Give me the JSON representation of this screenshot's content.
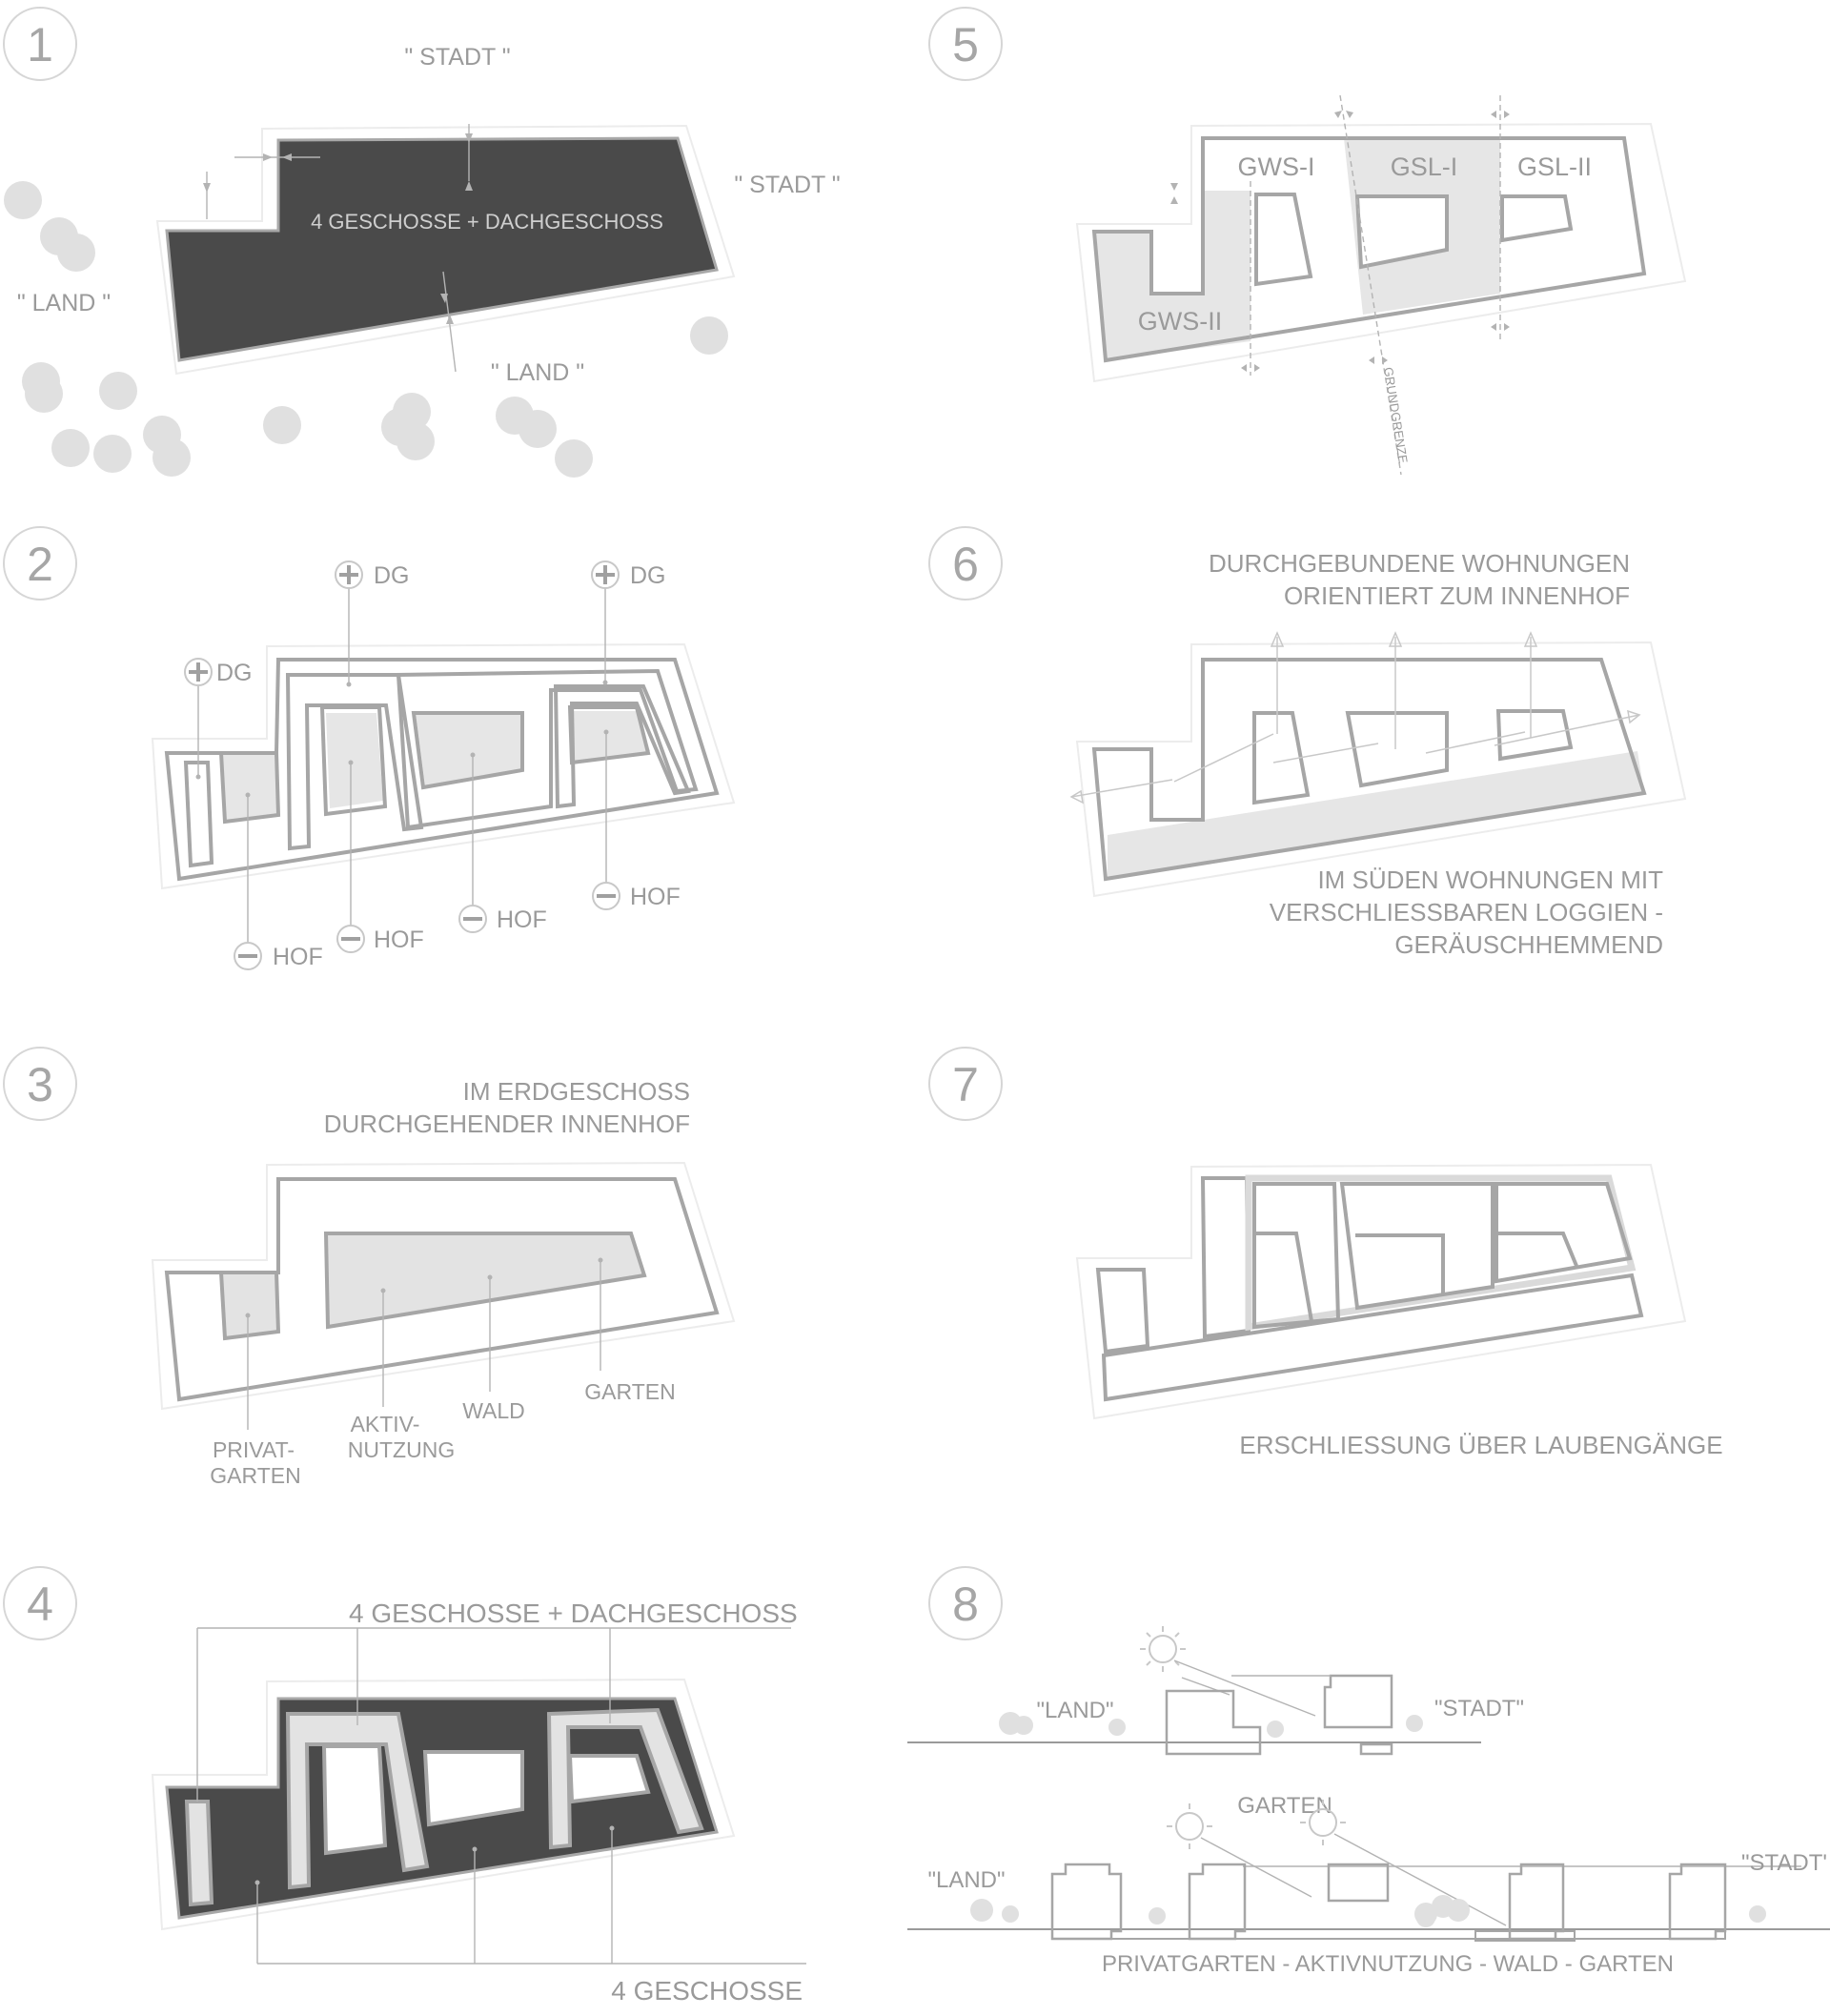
{
  "panels": {
    "p1": {
      "number": "1",
      "label_center": "4 GESCHOSSE + DACHGESCHOSS",
      "stadt_top": "\" STADT \"",
      "stadt_right": "\" STADT \"",
      "land_left": "\" LAND \"",
      "land_bottom": "\" LAND \""
    },
    "p2": {
      "number": "2",
      "dg_label": "DG",
      "hof_label": "HOF"
    },
    "p3": {
      "number": "3",
      "heading_1": "IM ERDGESCHOSS",
      "heading_2": "DURCHGEHENDER INNENHOF",
      "privat_1": "PRIVAT-",
      "privat_2": "GARTEN",
      "aktiv_1": "AKTIV-",
      "aktiv_2": "NUTZUNG",
      "wald": "WALD",
      "garten": "GARTEN"
    },
    "p4": {
      "number": "4",
      "top_label": "4 GESCHOSSE + DACHGESCHOSS",
      "bottom_label": "4 GESCHOSSE"
    },
    "p5": {
      "number": "5",
      "gws1": "GWS-I",
      "gsl1": "GSL-I",
      "gsl2": "GSL-II",
      "gws2": "GWS-II",
      "grundgrenze": "GRUNDGRENZE"
    },
    "p6": {
      "number": "6",
      "top_1": "DURCHGEBUNDENE WOHNUNGEN",
      "top_2": "ORIENTIERT ZUM INNENHOF",
      "bottom_1": "IM SÜDEN WOHNUNGEN MIT",
      "bottom_2": "VERSCHLIESSBAREN LOGGIEN -",
      "bottom_3": "GERÄUSCHHEMMEND"
    },
    "p7": {
      "number": "7",
      "caption": "ERSCHLIESSUNG ÜBER LAUBENGÄNGE"
    },
    "p8": {
      "number": "8",
      "land_1": "\"LAND\"",
      "stadt_1": "\"STADT\"",
      "garten": "GARTEN",
      "land_2": "\"LAND\"",
      "stadt_2": "\"STADT'",
      "bottom": "PRIVATGARTEN - AKTIVNUTZUNG - WALD - GARTEN"
    }
  },
  "colors": {
    "building_dark": "#4a4a4a",
    "outline": "#a6a6a6",
    "fill_light": "#e6e6e6",
    "text": "#9a9a9a"
  }
}
